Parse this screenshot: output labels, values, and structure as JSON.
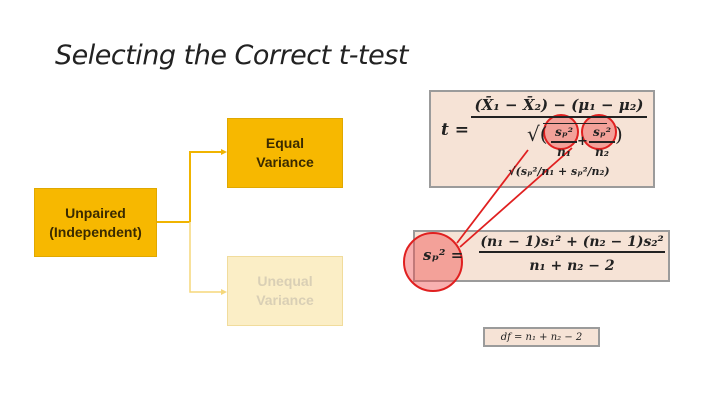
{
  "slide": {
    "title": "Selecting the Correct t-test",
    "flow": {
      "root": [
        "Unpaired",
        "(Independent)"
      ],
      "equal": [
        "Equal",
        "Variance"
      ],
      "unequal": [
        "Unequal",
        "Variance"
      ]
    },
    "formulas": {
      "t": {
        "lhs": "t =",
        "numerator": "(X̄₁ − X̄₂) − (μ₁ − μ₂)",
        "denominator": "√(sₚ²/n₁ + sₚ²/n₂)",
        "term1_num": "sₚ²",
        "term1_den": "n₁",
        "term2_num": "sₚ²",
        "term2_den": "n₂",
        "plus": "+"
      },
      "pooled": {
        "lhs": "sₚ² =",
        "numerator": "(n₁ − 1)s₁² + (n₂ − 1)s₂²",
        "denominator": "n₁ + n₂ − 2"
      },
      "df": "df = n₁ + n₂ − 2"
    },
    "colors": {
      "accent": "#f7b800",
      "faded": "#fbeec6",
      "highlight": "#e02020",
      "formula_bg": "#f6e3d6"
    }
  }
}
